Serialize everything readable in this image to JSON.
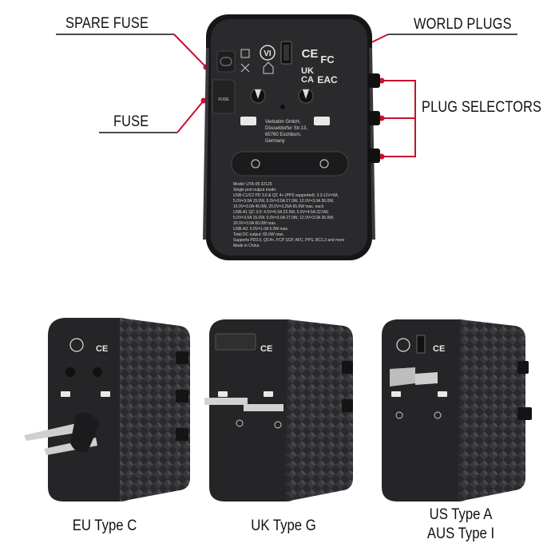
{
  "callouts": {
    "spare_fuse": "SPARE FUSE",
    "fuse": "FUSE",
    "world_plugs": "WORLD PLUGS",
    "plug_selectors": "PLUG SELECTORS"
  },
  "colors": {
    "accent_line": "#c8102e",
    "device_body": "#1f1f21",
    "device_face": "#2b2b2e"
  },
  "device_label": {
    "address_lines": [
      "Verbatim GmbH,",
      "Düsseldorfer Str.13,",
      "65760 Eschborn,",
      "Germany"
    ],
    "spec_lines": [
      "Model: UTA-05 32120",
      "Single port output mode:",
      "USB-C1/C2 PD 3.0 & QC 4+ (PPS supported): 3.3-11V=5A,",
      "5.0V=3.0A 15.0W, 9.0V=3.0A 27.0W, 12.0V=3.0A 36.0W,",
      "15.0V=3.0A 45.0W, 20.0V=3.25A 65.0W max. each",
      "USB-A1 QC 3.0: 4.5V=5.0A 22.5W, 5.0V=4.5A 22.5W,",
      "5.0V=3.0A 15.0W, 9.0V=3.0A 27.0W, 12.0V=3.0A 36.0W,",
      "20.0V=3.0A 60.0W max.",
      "USB-A2: 5.0V=1.0A 5.0W max.",
      "Total DC output: 65.0W max.",
      "Supports PD3.0, QC4+, FCP SCP, AFC, PPS, BC1.2 and more",
      "Made in China"
    ],
    "marks": {
      "brand": "VI",
      "ce": "CE",
      "fc": "FC",
      "ukca_top": "UK",
      "ukca_bottom": "CA",
      "eac": "EAC",
      "fuse_cover": "FUSE"
    }
  },
  "captions": {
    "eu": "EU Type C",
    "uk": "UK Type G",
    "us_line1": "US Type A",
    "us_line2": "AUS Type I"
  }
}
